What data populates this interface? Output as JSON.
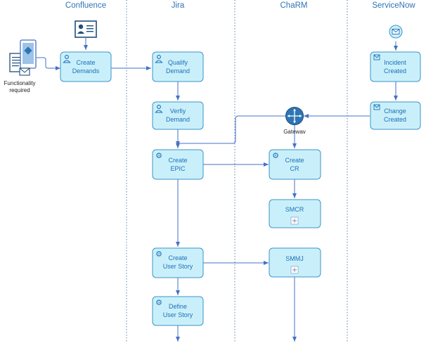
{
  "lanes": [
    {
      "id": "confluence",
      "title": "Confluence"
    },
    {
      "id": "jira",
      "title": "Jira"
    },
    {
      "id": "charm",
      "title": "ChaRM"
    },
    {
      "id": "servicenow",
      "title": "ServiceNow"
    }
  ],
  "tasks": [
    {
      "id": "create-demands",
      "lines": [
        "Create",
        "Demands"
      ],
      "icon": "user-task-icon"
    },
    {
      "id": "qualify-demand",
      "lines": [
        "Qualify",
        "Demand"
      ],
      "icon": "user-task-icon"
    },
    {
      "id": "verify-demand",
      "lines": [
        "Verfiy",
        "Demand"
      ],
      "icon": "user-task-icon"
    },
    {
      "id": "create-epic",
      "lines": [
        "Create",
        "EPIC"
      ],
      "icon": "gear-icon"
    },
    {
      "id": "create-user-story",
      "lines": [
        "Create",
        "User Story"
      ],
      "icon": "gear-icon"
    },
    {
      "id": "define-user-story",
      "lines": [
        "Define",
        "User Story"
      ],
      "icon": "gear-icon"
    },
    {
      "id": "create-cr",
      "lines": [
        "Create",
        "CR"
      ],
      "icon": "gear-icon"
    },
    {
      "id": "smcr",
      "lines": [
        "SMCR"
      ],
      "icon": "subprocess-plus-icon"
    },
    {
      "id": "smmj",
      "lines": [
        "SMMJ"
      ],
      "icon": "subprocess-plus-icon"
    },
    {
      "id": "incident-created",
      "lines": [
        "Incident",
        "Created"
      ],
      "icon": "message-task-icon"
    },
    {
      "id": "change-created",
      "lines": [
        "Change",
        "Created"
      ],
      "icon": "message-task-icon"
    }
  ],
  "gateway": {
    "label": "Gatewav"
  },
  "input_label": [
    "Functionality",
    "required"
  ],
  "colors": {
    "lane_title": "#2e75b6",
    "task_fill": "#c9f0fa",
    "task_stroke": "#3d93c9",
    "flow": "#4472c4"
  }
}
